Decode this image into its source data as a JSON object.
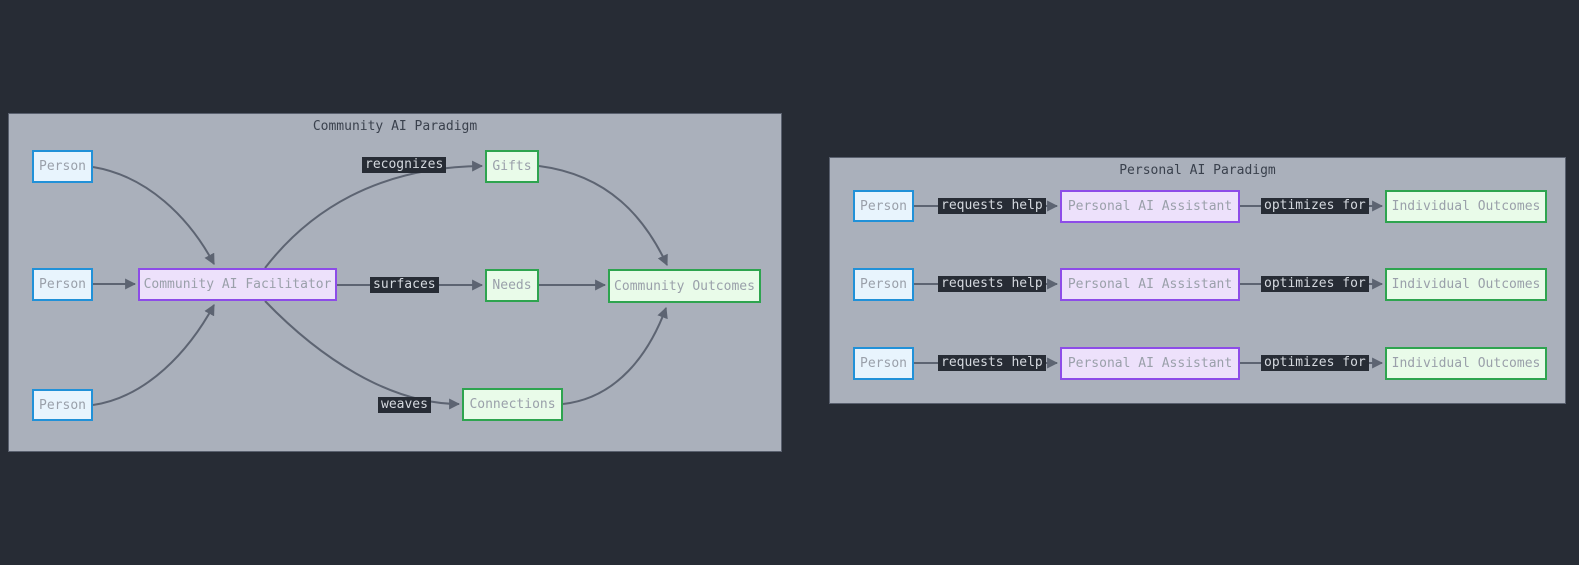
{
  "diagram_type": "flowchart",
  "community": {
    "title": "Community AI Paradigm",
    "nodes": {
      "person1": "Person",
      "person2": "Person",
      "person3": "Person",
      "facilitator": "Community AI Facilitator",
      "gifts": "Gifts",
      "needs": "Needs",
      "connections": "Connections",
      "outcomes": "Community Outcomes"
    },
    "edge_labels": {
      "recognizes": "recognizes",
      "surfaces": "surfaces",
      "weaves": "weaves"
    },
    "edges": [
      {
        "from": "person1",
        "to": "facilitator",
        "label": ""
      },
      {
        "from": "person2",
        "to": "facilitator",
        "label": ""
      },
      {
        "from": "person3",
        "to": "facilitator",
        "label": ""
      },
      {
        "from": "facilitator",
        "to": "gifts",
        "label": "recognizes"
      },
      {
        "from": "facilitator",
        "to": "needs",
        "label": "surfaces"
      },
      {
        "from": "facilitator",
        "to": "connections",
        "label": "weaves"
      },
      {
        "from": "gifts",
        "to": "outcomes",
        "label": ""
      },
      {
        "from": "needs",
        "to": "outcomes",
        "label": ""
      },
      {
        "from": "connections",
        "to": "outcomes",
        "label": ""
      }
    ]
  },
  "personal": {
    "title": "Personal AI Paradigm",
    "rows": [
      {
        "person": "Person",
        "request_label": "requests help",
        "assistant": "Personal AI Assistant",
        "optimize_label": "optimizes for",
        "outcome": "Individual Outcomes"
      },
      {
        "person": "Person",
        "request_label": "requests help",
        "assistant": "Personal AI Assistant",
        "optimize_label": "optimizes for",
        "outcome": "Individual Outcomes"
      },
      {
        "person": "Person",
        "request_label": "requests help",
        "assistant": "Personal AI Assistant",
        "optimize_label": "optimizes for",
        "outcome": "Individual Outcomes"
      }
    ]
  },
  "colors": {
    "canvas_bg": "#272c35",
    "cluster_bg": "#aab0bb",
    "cluster_border": "#59606e",
    "person_fill": "#e8f4fd",
    "person_border": "#2191d8",
    "ai_fill": "#ede1fb",
    "ai_border": "#8d4ce8",
    "outcome_fill": "#e9fbe9",
    "outcome_border": "#2ea44f",
    "edge": "#5d6472",
    "edge_label_bg": "#272c35",
    "edge_label_text": "#d5d9df",
    "node_text": "#9aa0aa",
    "title_text": "#3a414d"
  }
}
